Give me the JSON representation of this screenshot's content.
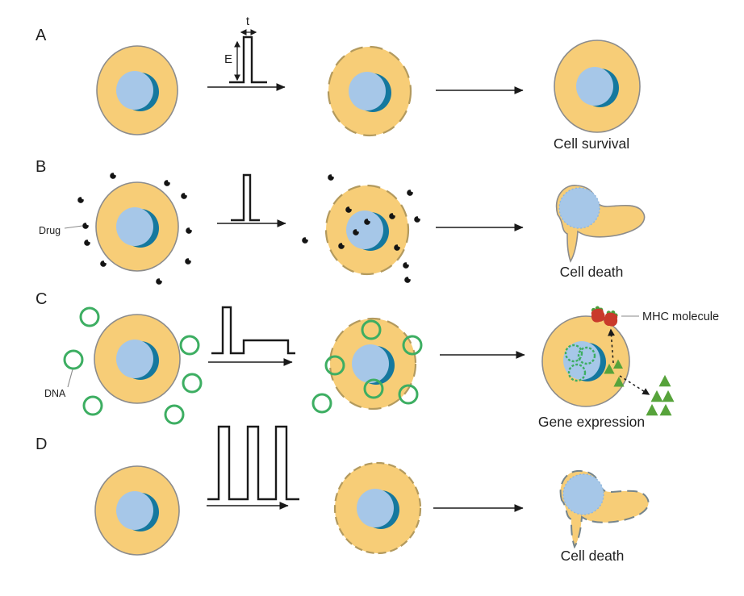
{
  "rows": [
    {
      "label": "A",
      "pulse": {
        "type": "single pulse",
        "e_label": "E",
        "t_label": "t"
      },
      "outcome": "Cell survival"
    },
    {
      "label": "B",
      "annotation": "Drug",
      "pulse": {
        "type": "single pulse"
      },
      "outcome": "Cell death"
    },
    {
      "label": "C",
      "annotation": "DNA",
      "pulse": {
        "type": "high pulse + long low pulse"
      },
      "mhc_label": "MHC molecule",
      "outcome": "Gene expression"
    },
    {
      "label": "D",
      "pulse": {
        "type": "pulse train (3 pulses)"
      },
      "outcome": "Cell death"
    }
  ],
  "colors": {
    "cell_body": "#F7CD77",
    "cell_outline": "#8C8C8C",
    "pore_outline": "#B39A5E",
    "nucleus": "#A6C7E8",
    "nucleus_shadow": "#15789E",
    "drug_dot": "#141414",
    "dna_green": "#3DAE62",
    "protein_green": "#57A33B",
    "mhc_red": "#C93A2B",
    "mhc_dot_green": "#4E9D3C",
    "stroke_black": "#1A1A1A",
    "pointer_line": "#8A8A8A",
    "dead_outline": "#76858B",
    "text": "#1F1F1F"
  }
}
